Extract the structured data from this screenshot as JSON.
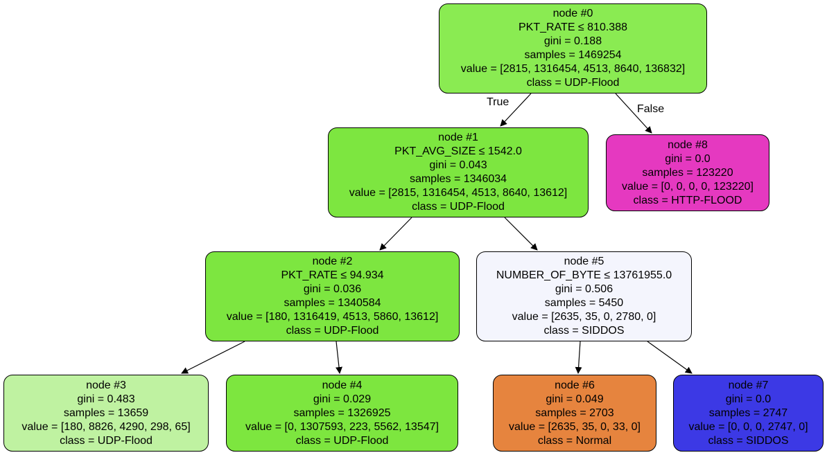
{
  "tree": {
    "nodes": [
      {
        "id": "node-0",
        "color": "#8aeb52",
        "lines": [
          "node #0",
          "PKT_RATE ≤ 810.388",
          "gini = 0.188",
          "samples = 1469254",
          "value = [2815, 1316454, 4513, 8640, 136832]",
          "class = UDP-Flood"
        ]
      },
      {
        "id": "node-1",
        "color": "#7de640",
        "lines": [
          "node #1",
          "PKT_AVG_SIZE ≤ 1542.0",
          "gini = 0.043",
          "samples = 1346034",
          "value = [2815, 1316454, 4513, 8640, 13612]",
          "class = UDP-Flood"
        ]
      },
      {
        "id": "node-2",
        "color": "#7de640",
        "lines": [
          "node #2",
          "PKT_RATE ≤ 94.934",
          "gini = 0.036",
          "samples = 1340584",
          "value = [180, 1316419, 4513, 5860, 13612]",
          "class = UDP-Flood"
        ]
      },
      {
        "id": "node-3",
        "color": "#bff2a1",
        "lines": [
          "node #3",
          "gini = 0.483",
          "samples = 13659",
          "value = [180, 8826, 4290, 298, 65]",
          "class = UDP-Flood"
        ]
      },
      {
        "id": "node-4",
        "color": "#7de63f",
        "lines": [
          "node #4",
          "gini = 0.029",
          "samples = 1326925",
          "value = [0, 1307593, 223, 5562, 13547]",
          "class = UDP-Flood"
        ]
      },
      {
        "id": "node-5",
        "color": "#f4f5fd",
        "lines": [
          "node #5",
          "NUMBER_OF_BYTE ≤ 13761955.0",
          "gini = 0.506",
          "samples = 5450",
          "value = [2635, 35, 0, 2780, 0]",
          "class = SIDDOS"
        ]
      },
      {
        "id": "node-6",
        "color": "#e6843e",
        "lines": [
          "node #6",
          "gini = 0.049",
          "samples = 2703",
          "value = [2635, 35, 0, 33, 0]",
          "class = Normal"
        ]
      },
      {
        "id": "node-7",
        "color": "#3c39e5",
        "lines": [
          "node #7",
          "gini = 0.0",
          "samples = 2747",
          "value = [0, 0, 0, 2747, 0]",
          "class = SIDDOS"
        ]
      },
      {
        "id": "node-8",
        "color": "#e539c0",
        "lines": [
          "node #8",
          "gini = 0.0",
          "samples = 123220",
          "value = [0, 0, 0, 0, 123220]",
          "class = HTTP-FLOOD"
        ]
      }
    ],
    "edges": [
      {
        "from": "node-0",
        "to": "node-1",
        "label": "True"
      },
      {
        "from": "node-0",
        "to": "node-8",
        "label": "False"
      },
      {
        "from": "node-1",
        "to": "node-2",
        "label": ""
      },
      {
        "from": "node-1",
        "to": "node-5",
        "label": ""
      },
      {
        "from": "node-2",
        "to": "node-3",
        "label": ""
      },
      {
        "from": "node-2",
        "to": "node-4",
        "label": ""
      },
      {
        "from": "node-5",
        "to": "node-6",
        "label": ""
      },
      {
        "from": "node-5",
        "to": "node-7",
        "label": ""
      }
    ]
  }
}
